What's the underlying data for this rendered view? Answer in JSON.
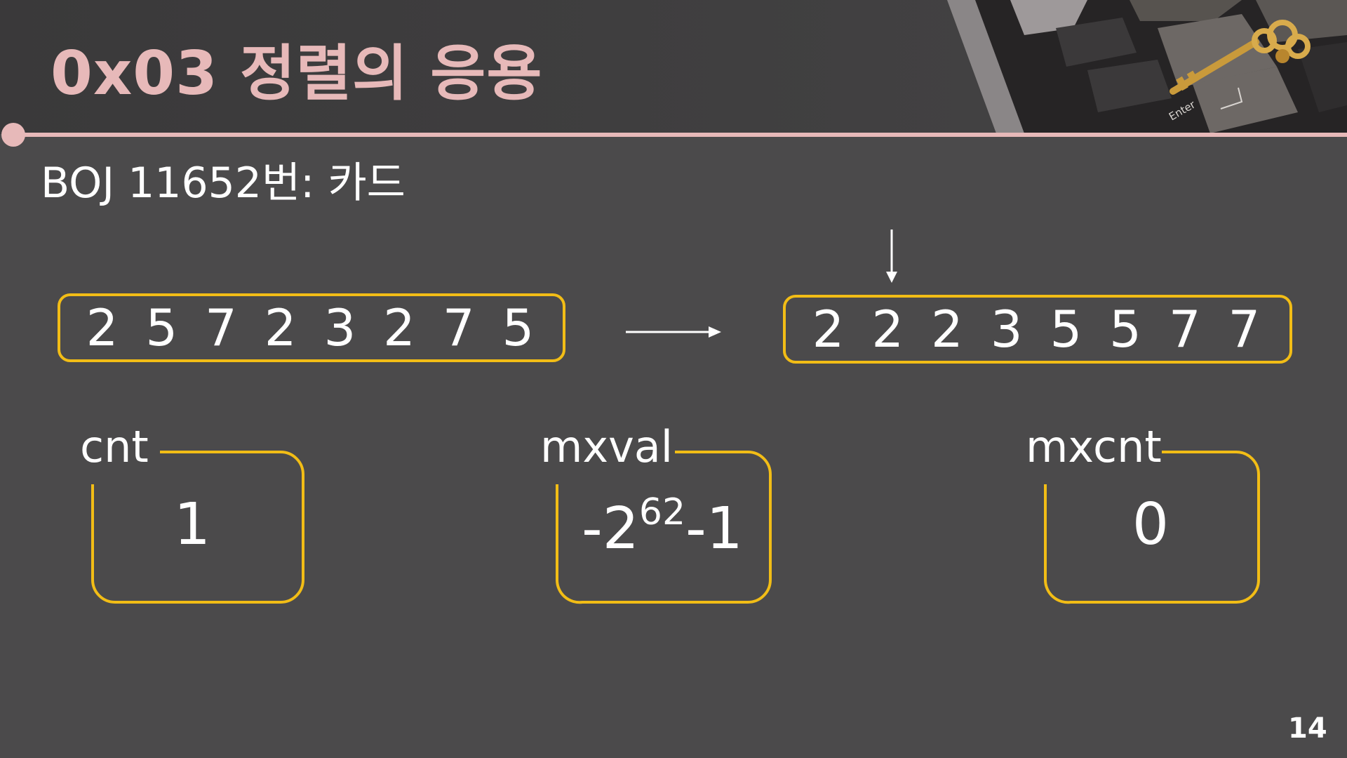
{
  "slide": {
    "title": "0x03  정렬의 응용",
    "subtitle": "BOJ 11652번: 카드",
    "page_number": "14",
    "keyboard_key_label": "Enter"
  },
  "sequence": {
    "original": "2 5 7 2 3 2 7 5",
    "sorted": "2 2 2 3 5 5 7 7"
  },
  "variables": {
    "cnt": {
      "label": "cnt",
      "value": "1"
    },
    "mxval": {
      "label": "mxval",
      "value_prefix": "-2",
      "value_exponent": "62",
      "value_suffix": "-1"
    },
    "mxcnt": {
      "label": "mxcnt",
      "value": "0"
    }
  },
  "colors": {
    "accent_pink": "#e7b9b9",
    "box_yellow": "#f2bd16",
    "background": "#4b4a4b"
  }
}
